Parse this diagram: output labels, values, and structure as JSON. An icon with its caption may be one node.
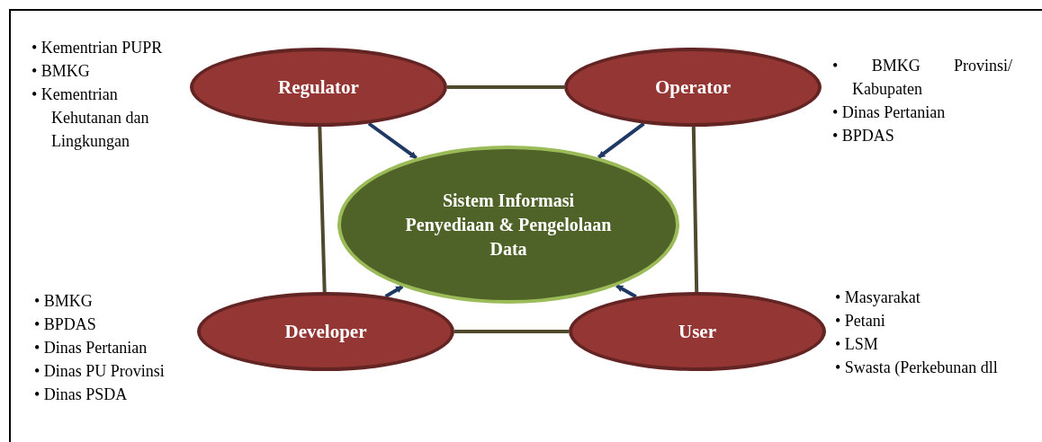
{
  "diagram": {
    "nodes": [
      {
        "text": [
          "Regulator"
        ],
        "beside": [
          "• Kementrian PUPR",
          "• BMKG",
          "• Kementrian Kehutanan dan Lingkungan"
        ]
      },
      {
        "text": [
          "Operator"
        ],
        "beside": [
          "• BMKG Provinsi/ Kabupaten",
          "• Dinas Pertanian",
          "• BPDAS"
        ]
      },
      {
        "text": [
          "Sistem Informasi Penyediaan & Pengelolaan Data"
        ]
      },
      {
        "text": [
          "Developer"
        ],
        "beside": [
          "• BMKG",
          "• BPDAS",
          "• Dinas Pertanian",
          "• Dinas PU Provinsi",
          "• Dinas PSDA"
        ]
      },
      {
        "text": [
          "User"
        ],
        "beside": [
          "• Masyarakat",
          "• Petani",
          "• LSM",
          "• Swasta (Perkebunan dll"
        ]
      }
    ],
    "edges": [
      {
        "from": 0,
        "to": 1,
        "arrow": "none"
      },
      {
        "from": 0,
        "to": 3,
        "arrow": "none"
      },
      {
        "from": 1,
        "to": 4,
        "arrow": "none"
      },
      {
        "from": 3,
        "to": 4,
        "arrow": "none"
      },
      {
        "from": 0,
        "to": 2,
        "arrow": "to",
        "color": "#1f3864"
      },
      {
        "from": 1,
        "to": 2,
        "arrow": "to",
        "color": "#1f3864"
      },
      {
        "from": 3,
        "to": 2,
        "arrow": "to",
        "color": "#1f3864"
      },
      {
        "from": 4,
        "to": 2,
        "arrow": "to",
        "color": "#1f3864"
      }
    ]
  }
}
